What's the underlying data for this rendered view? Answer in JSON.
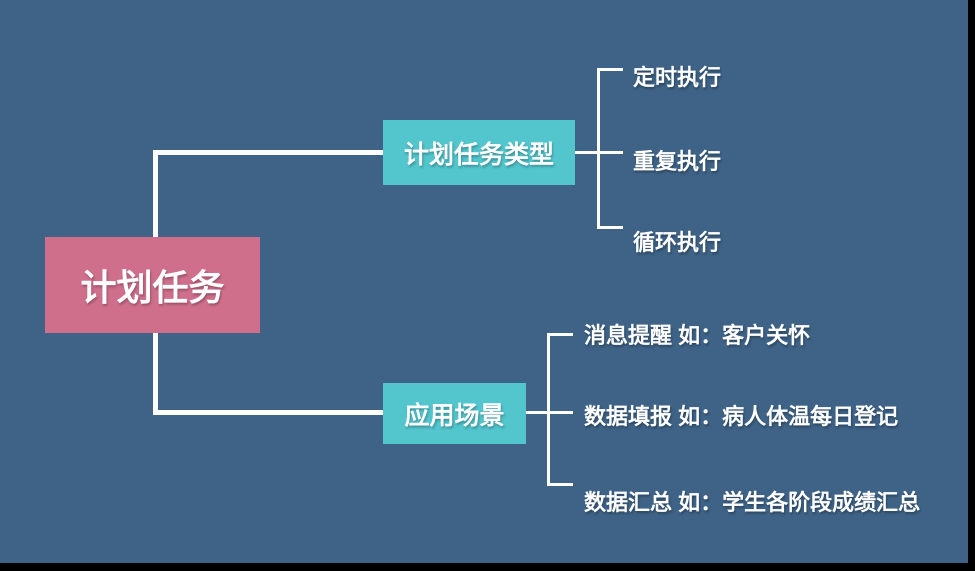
{
  "colors": {
    "background": "#3e6387",
    "frame": "#000000",
    "root_node": "#cf6f8b",
    "branch_node": "#52c5cd",
    "connector": "#ffffff",
    "text": "#ffffff"
  },
  "diagram": {
    "root": {
      "label": "计划任务"
    },
    "branches": [
      {
        "label": "计划任务类型",
        "children": [
          {
            "label": "定时执行"
          },
          {
            "label": "重复执行"
          },
          {
            "label": "循环执行"
          }
        ]
      },
      {
        "label": "应用场景",
        "children": [
          {
            "label": "消息提醒 如：客户关怀"
          },
          {
            "label": "数据填报 如：病人体温每日登记"
          },
          {
            "label": "数据汇总 如：学生各阶段成绩汇总"
          }
        ]
      }
    ]
  }
}
